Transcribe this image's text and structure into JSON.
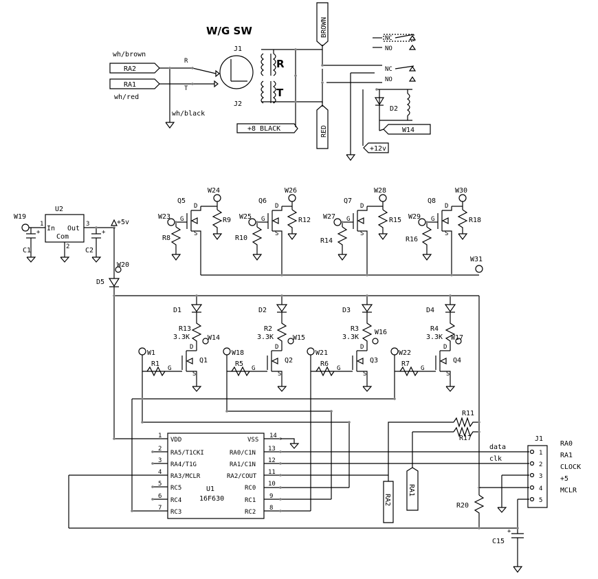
{
  "title": "W/G SW",
  "switch": {
    "j1": "J1",
    "j2": "J2"
  },
  "relay_labels": {
    "r": "R",
    "t": "T"
  },
  "input_labels": {
    "ra2": "RA2",
    "ra1": "RA1",
    "wh_brown": "wh/brown",
    "wh_red": "wh/red",
    "wh_black": "wh/black",
    "r_small": "R",
    "t_small": "T"
  },
  "connectors": {
    "brown": "BROWN",
    "red": "RED",
    "plus8_black": "+8  BLACK",
    "w14_top": "W14",
    "plus12": "+12v"
  },
  "contacts": [
    "NC",
    "NO",
    "NC",
    "NO"
  ],
  "d2": "D2",
  "regulator": {
    "w19": "W19",
    "u2": "U2",
    "in": "In",
    "out": "Out",
    "com": "Com",
    "pin1": "1",
    "pin2": "2",
    "pin3": "3",
    "c1": "C1",
    "c2": "C2",
    "plus": "+",
    "plus5": "+5v",
    "w20": "W20",
    "d5": "D5"
  },
  "top_fets": [
    {
      "q": "Q5",
      "w_in": "W23",
      "w_out": "W24",
      "r_gate": "R8",
      "r_drain": "R9"
    },
    {
      "q": "Q6",
      "w_in": "W25",
      "w_out": "W26",
      "r_gate": "R10",
      "r_drain": "R12"
    },
    {
      "q": "Q7",
      "w_in": "W27",
      "w_out": "W28",
      "r_gate": "R14",
      "r_drain": "R15"
    },
    {
      "q": "Q8",
      "w_in": "W29",
      "w_out": "W30",
      "r_gate": "R16",
      "r_drain": "R18"
    }
  ],
  "w31": "W31",
  "fet_pins": {
    "g": "G",
    "d": "D",
    "s": "S"
  },
  "bottom_fets": [
    {
      "d": "D1",
      "r": "R13",
      "rv": "3.3K",
      "w": "W14",
      "wg": "W1",
      "rg": "R1",
      "q": "Q1"
    },
    {
      "d": "D2",
      "r": "R2",
      "rv": "3.3K",
      "w": "W15",
      "wg": "W18",
      "rg": "R5",
      "q": "Q2"
    },
    {
      "d": "D3",
      "r": "R3",
      "rv": "3.3K",
      "w": "W16",
      "wg": "W21",
      "rg": "R6",
      "q": "Q3"
    },
    {
      "d": "D4",
      "r": "R4",
      "rv": "3.3K",
      "w": "W17",
      "wg": "W22",
      "rg": "R7",
      "q": "Q4"
    }
  ],
  "mcu": {
    "name": "U1",
    "part": "16F630",
    "left_pins": [
      {
        "num": "1",
        "name": "VDD"
      },
      {
        "num": "2",
        "name": "RA5/T1CKI"
      },
      {
        "num": "3",
        "name": "RA4/T1G"
      },
      {
        "num": "4",
        "name": "RA3/MCLR"
      },
      {
        "num": "5",
        "name": "RC5"
      },
      {
        "num": "6",
        "name": "RC4"
      },
      {
        "num": "7",
        "name": "RC3"
      }
    ],
    "right_pins": [
      {
        "num": "14",
        "name": "VSS"
      },
      {
        "num": "13",
        "name": "RA0/C1N"
      },
      {
        "num": "12",
        "name": "RA1/C1N"
      },
      {
        "num": "11",
        "name": "RA2/COUT"
      },
      {
        "num": "10",
        "name": "RC0"
      },
      {
        "num": "9",
        "name": "RC1"
      },
      {
        "num": "8",
        "name": "RC2"
      }
    ]
  },
  "prog": {
    "r11": "R11",
    "r17": "R17",
    "r20": "R20",
    "c15": "C15",
    "ra2": "RA2",
    "ra1": "RA1",
    "data": "data",
    "clk": "clk",
    "j1": "J1",
    "pins": [
      "1",
      "2",
      "3",
      "4",
      "5"
    ],
    "labels": [
      "RA0",
      "RA1",
      "CLOCK",
      "+5",
      "MCLR"
    ]
  }
}
